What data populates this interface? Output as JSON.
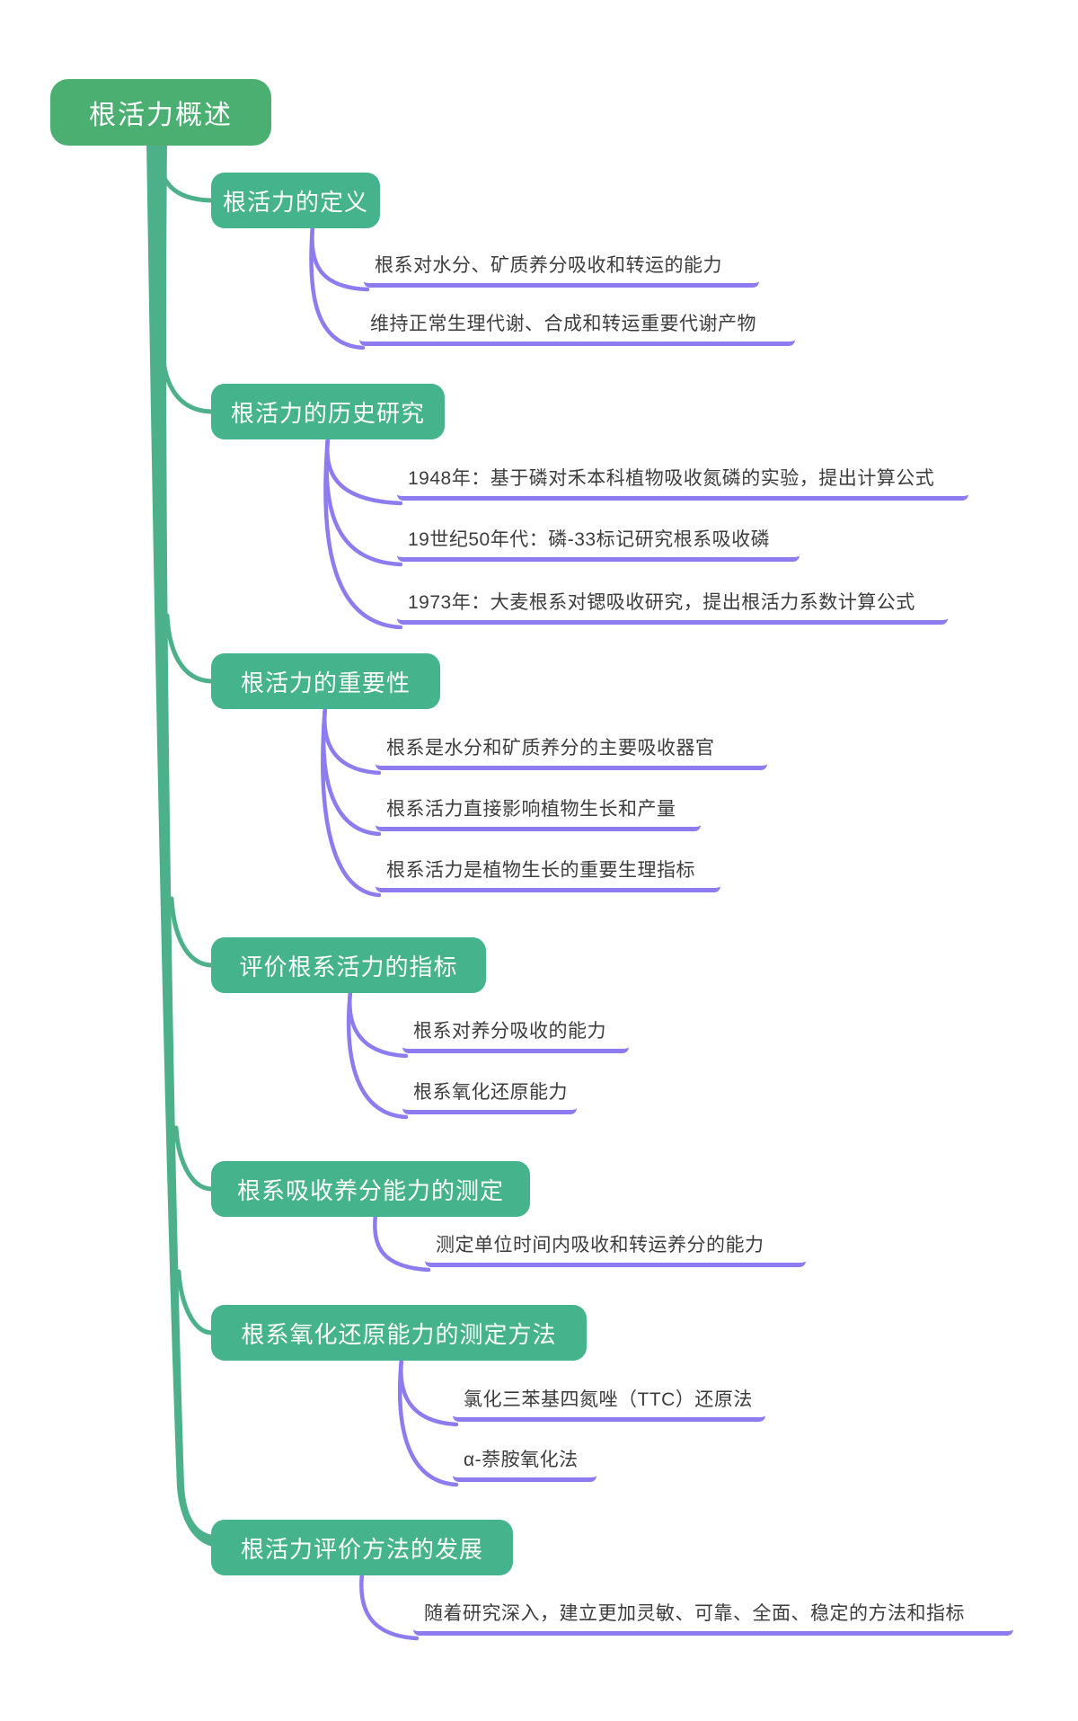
{
  "root": {
    "label": "根活力概述"
  },
  "branches": [
    {
      "label": "根活力的定义",
      "leaves": [
        "根系对水分、矿质养分吸收和转运的能力",
        "维持正常生理代谢、合成和转运重要代谢产物"
      ]
    },
    {
      "label": "根活力的历史研究",
      "leaves": [
        "1948年：基于磷对禾本科植物吸收氮磷的实验，提出计算公式",
        "19世纪50年代：磷-33标记研究根系吸收磷",
        "1973年：大麦根系对锶吸收研究，提出根活力系数计算公式"
      ]
    },
    {
      "label": "根活力的重要性",
      "leaves": [
        "根系是水分和矿质养分的主要吸收器官",
        "根系活力直接影响植物生长和产量",
        "根系活力是植物生长的重要生理指标"
      ]
    },
    {
      "label": "评价根系活力的指标",
      "leaves": [
        "根系对养分吸收的能力",
        "根系氧化还原能力"
      ]
    },
    {
      "label": "根系吸收养分能力的测定",
      "leaves": [
        "测定单位时间内吸收和转运养分的能力"
      ]
    },
    {
      "label": "根系氧化还原能力的测定方法",
      "leaves": [
        "氯化三苯基四氮唑（TTC）还原法",
        "α-萘胺氧化法"
      ]
    },
    {
      "label": "根活力评价方法的发展",
      "leaves": [
        "随着研究深入，建立更加灵敏、可靠、全面、稳定的方法和指标"
      ]
    }
  ],
  "colors": {
    "root_node_bg": "#4caf72",
    "branch_node_bg": "#45b48d",
    "trunk_color": "#4cb18b",
    "connector_color": "#8d7cf0",
    "leaf_text_color": "#3d3d3d",
    "node_text_color": "#ffffff"
  }
}
